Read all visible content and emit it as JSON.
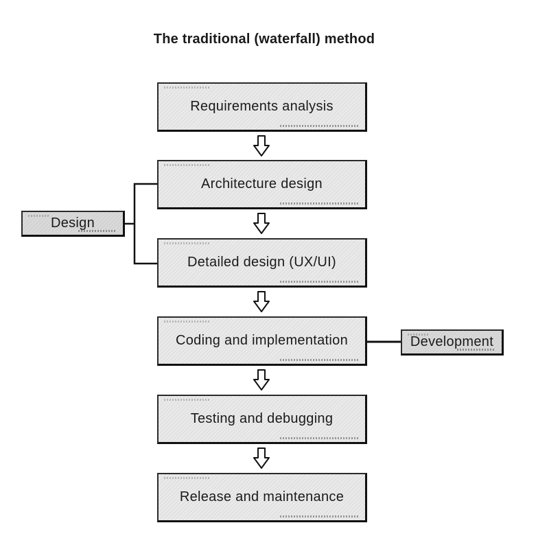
{
  "title": "The traditional (waterfall) method",
  "steps": [
    {
      "label": "Requirements analysis"
    },
    {
      "label": "Architecture design"
    },
    {
      "label": "Detailed design (UX/UI)"
    },
    {
      "label": "Coding and implementation"
    },
    {
      "label": "Testing and debugging"
    },
    {
      "label": "Release and maintenance"
    }
  ],
  "groups": {
    "design": {
      "label": "Design"
    },
    "development": {
      "label": "Development"
    }
  },
  "colors": {
    "box_fill": "#e9e9e9",
    "group_fill": "#d9d9d9",
    "stroke": "#111111"
  }
}
